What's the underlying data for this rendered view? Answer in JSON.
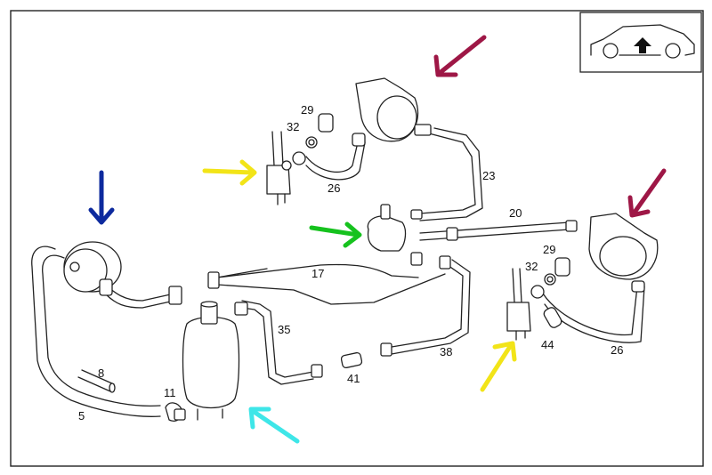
{
  "labels": {
    "p29a": "29",
    "p32a": "32",
    "p26a": "26",
    "p23": "23",
    "p20": "20",
    "p17": "17",
    "p35": "35",
    "p38": "38",
    "p41": "41",
    "p8": "8",
    "p5": "5",
    "p11": "11",
    "p29b": "29",
    "p32b": "32",
    "p44": "44",
    "p26b": "26"
  },
  "colors": {
    "frame": "#222222",
    "line": "#222222",
    "arrow_maroon": "#9e1746",
    "arrow_blue": "#0d2a9e",
    "arrow_yellow": "#f2e418",
    "arrow_green": "#16c21e",
    "arrow_cyan": "#3ee6e8"
  },
  "icons": {
    "orientation": "car-top-arrow-icon"
  }
}
